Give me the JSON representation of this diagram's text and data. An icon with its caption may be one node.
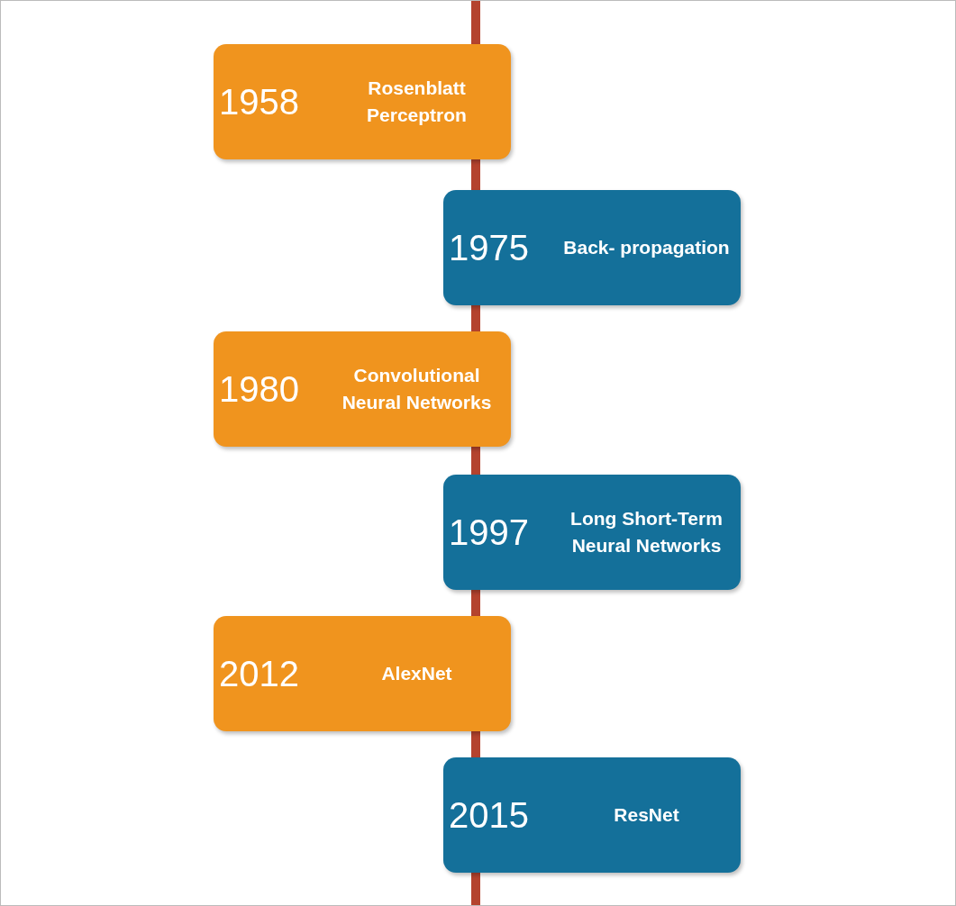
{
  "diagram": {
    "nodes": [
      {
        "text": [
          "1958",
          "Rosenblatt Perceptron"
        ]
      },
      {
        "text": [
          "1975",
          "Back- propagation"
        ]
      },
      {
        "text": [
          "1980",
          "Convolutional Neural Networks"
        ]
      },
      {
        "text": [
          "1997",
          "Long Short-Term Neural Networks"
        ]
      },
      {
        "text": [
          "2012",
          "AlexNet"
        ]
      },
      {
        "text": [
          "2015",
          "ResNet"
        ]
      }
    ]
  }
}
